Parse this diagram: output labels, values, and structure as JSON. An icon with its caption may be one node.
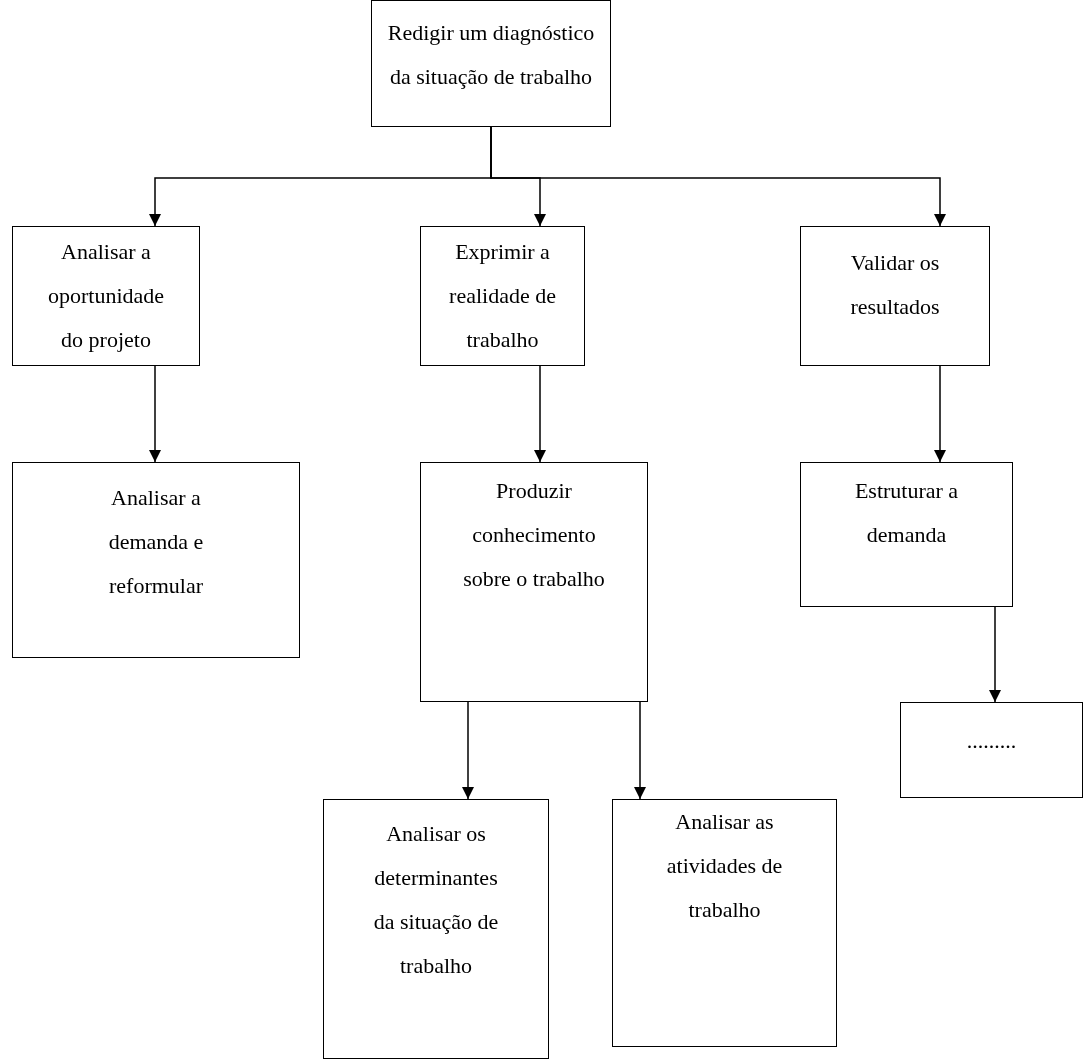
{
  "diagram": {
    "nodes": [
      {
        "text": [
          "Redigir um diagnóstico da situação de trabalho"
        ]
      },
      {
        "text": [
          "Analisar a oportunidade do projeto"
        ]
      },
      {
        "text": [
          "Exprimir a realidade de trabalho"
        ]
      },
      {
        "text": [
          "Validar os resultados"
        ]
      },
      {
        "text": [
          "Analisar a demanda e reformular"
        ]
      },
      {
        "text": [
          "Produzir conhecimento sobre o trabalho"
        ]
      },
      {
        "text": [
          "Estruturar a demanda"
        ]
      },
      {
        "text": [
          "........."
        ]
      },
      {
        "text": [
          "Analisar os determinantes da situação de trabalho"
        ]
      },
      {
        "text": [
          "Analisar as atividades de trabalho"
        ]
      }
    ],
    "edges": [
      {
        "from": 0,
        "to": 1,
        "arrow": "to"
      },
      {
        "from": 0,
        "to": 2,
        "arrow": "to"
      },
      {
        "from": 0,
        "to": 3,
        "arrow": "to"
      },
      {
        "from": 1,
        "to": 4,
        "arrow": "to"
      },
      {
        "from": 2,
        "to": 5,
        "arrow": "to"
      },
      {
        "from": 3,
        "to": 6,
        "arrow": "to"
      },
      {
        "from": 5,
        "to": 8,
        "arrow": "to"
      },
      {
        "from": 5,
        "to": 9,
        "arrow": "to"
      },
      {
        "from": 6,
        "to": 7,
        "arrow": "to"
      }
    ]
  }
}
